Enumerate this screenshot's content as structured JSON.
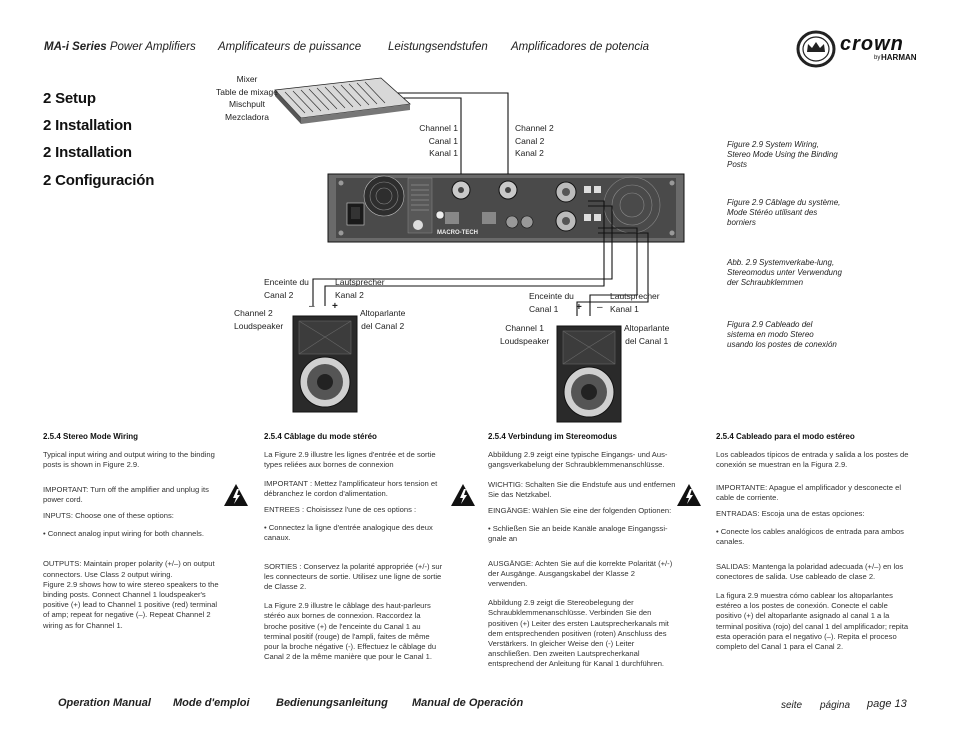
{
  "header": {
    "series_bold": "MA-i Series",
    "series_rest": "Power Amplifiers",
    "fr": "Amplificateurs de puissance",
    "de": "Leistungsendstufen",
    "es": "Amplificadores de potencia",
    "logo_brand": "crown",
    "logo_by": "by",
    "logo_harman": "HARMAN"
  },
  "sections": [
    "2 Setup",
    "2 Installation",
    "2 Installation",
    "2 Configuración"
  ],
  "diagram": {
    "mixer": [
      "Mixer",
      "Table de mixage",
      "Mischpult",
      "Mezcladora"
    ],
    "ch1_in": [
      "Channel 1",
      "Canal 1",
      "Kanal 1"
    ],
    "ch2_in": [
      "Channel 2",
      "Canal 2",
      "Kanal 2"
    ],
    "amp_brand": "MACRO-TECH",
    "left": {
      "enceinte": [
        "Enceinte du",
        "Canal 2"
      ],
      "lautsprecher": [
        "Lautsprecher",
        "Kanal 2"
      ],
      "channel": [
        "Channel 2",
        "Loudspeaker"
      ],
      "altoparlante": [
        "Altoparlante",
        "del Canal 2"
      ],
      "minus": "–",
      "plus": "+"
    },
    "right": {
      "enceinte": [
        "Enceinte du",
        "Canal 1"
      ],
      "lautsprecher": [
        "Lautsprecher",
        "Kanal 1"
      ],
      "channel": [
        "Channel 1",
        "Loudspeaker"
      ],
      "altoparlante": [
        "Altoparlante",
        "del Canal 1"
      ],
      "plus": "+",
      "minus": "–"
    }
  },
  "captions": [
    "Figure 2.9 System Wiring, Stereo Mode Using the Binding Posts",
    "Figure 2.9  Câblage du système, Mode Stéréo utilisant des borniers",
    "Abb. 2.9 Systemverkabe-lung, Stereomodus unter Verwendung der Schraubklemmen",
    "Figura 2.9 Cableado del sistema en modo Stereo usando los postes de conexión"
  ],
  "columns": [
    {
      "heading": "2.5.4  Stereo Mode Wiring",
      "paras": [
        "Typical input wiring and output wiring to the binding posts is shown in Figure 2.9.",
        "IMPORTANT: Turn off the amplifier and unplug its power cord.",
        "INPUTS: Choose one of these options:",
        "• Connect analog input wiring for both channels.",
        "OUTPUTS: Maintain proper polarity (+/–) on output connectors. Use Class 2 output wiring.\nFigure 2.9 shows how to wire stereo speakers to the binding posts. Connect Channel 1 loudspeaker's positive (+) lead to Channel 1 positive (red) terminal of amp; repeat for negative (–). Repeat Channel 2 wiring as for Channel 1."
      ]
    },
    {
      "heading": "2.5.4  Câblage du mode stéréo",
      "paras": [
        "La Figure 2.9 illustre les lignes d'entrée et de sortie types reliées aux bornes de connexion",
        "IMPORTANT : Mettez l'amplificateur hors tension et débranchez le cordon d'alimentation.",
        "ENTREES : Choisissez l'une de ces options :",
        "• Connectez la ligne d'entrée analogique des deux canaux.",
        "SORTIES : Conservez la polarité appropriée (+/-) sur les connecteurs de sortie. Utilisez une ligne de sortie de Classe 2.",
        "La Figure 2.9 illustre le câblage des haut-parleurs stéréo aux bornes de connexion. Raccordez la broche positive (+) de l'enceinte du Canal 1 au terminal positif (rouge) de l'ampli, faites de même pour la broche négative (-). Effectuez le câblage du Canal 2 de la même manière que pour le Canal 1."
      ]
    },
    {
      "heading": "2.5.4  Verbindung im Stereomodus",
      "paras": [
        "Abbildung 2.9 zeigt eine typische Eingangs- und Aus-gangsverkabelung der Schraubklemmenanschlüsse.",
        "WICHTIG: Schalten Sie die Endstufe aus und entfernen Sie das Netzkabel.",
        "EINGÄNGE: Wählen Sie eine der folgenden Optionen:",
        "• Schließen Sie an beide Kanäle analoge Eingangssi-gnale an",
        "AUSGÄNGE: Achten Sie auf die korrekte Polarität (+/-) der Ausgänge. Ausgangskabel der Klasse 2 verwenden.",
        "Abbildung 2.9 zeigt die Stereobelegung der Schraubklemmenanschlüsse. Verbinden Sie den positiven (+) Leiter des ersten Lautsprecherkanals mit dem entsprechenden positiven (roten) Anschluss des Verstärkers. In gleicher Weise den (-) Leiter anschließen. Den zweiten Lautsprecherkanal entsprechend der Anleitung für Kanal 1 durchführen."
      ]
    },
    {
      "heading": "2.5.4 Cableado para el modo estéreo",
      "paras": [
        "Los cableados típicos de entrada y salida a los postes de conexión se muestran en la Figura 2.9.",
        "IMPORTANTE: Apague el amplificador y desconecte el cable de corriente.",
        "ENTRADAS: Escoja una de estas opciones:",
        "• Conecte los cables analógicos de entrada para ambos canales.",
        "SALIDAS: Mantenga la polaridad adecuada (+/–) en los conectores de salida. Use cableado de clase 2.",
        "La figura 2.9 muestra cómo cablear los altoparlantes estéreo a los postes de conexión. Conecte el cable positivo (+) del altoparlante asignado al canal 1 a la terminal positiva (rojo) del canal 1 del amplificador; repita esta operación para el negativo (–).  Repita el proceso completo del Canal 1 para el Canal 2."
      ]
    }
  ],
  "footer": {
    "en": "Operation Manual",
    "fr": "Mode d'emploi",
    "de": "Bedienungsanleitung",
    "es": "Manual de Operación",
    "seite": "seite",
    "pagina": "página",
    "page": "page 13"
  }
}
